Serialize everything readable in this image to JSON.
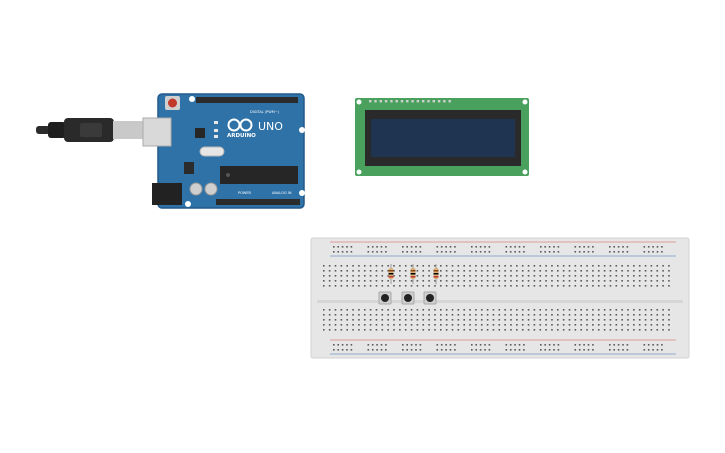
{
  "workspace": {
    "components": [
      {
        "kind": "usb-cable"
      },
      {
        "kind": "arduino-uno"
      },
      {
        "kind": "lcd-16x2"
      },
      {
        "kind": "breadboard"
      }
    ]
  },
  "arduino": {
    "logo_text": "ARDUINO",
    "model": "UNO",
    "digital_label": "DIGITAL (PWM~)",
    "power_label": "POWER",
    "analog_label": "ANALOG IN",
    "colors": {
      "board": "#2f72a8",
      "edge": "#22598a",
      "header": "#2b2b2b",
      "chip": "#262626"
    }
  },
  "lcd": {
    "colors": {
      "pcb": "#4aa15e",
      "bezel": "#2a2a2a",
      "screen": "#1f3450",
      "pins": "#d0d0d0"
    }
  },
  "breadboard": {
    "colors": {
      "body": "#e6e6e6",
      "hole": "#5a5a5a",
      "rail_red": "#d9534f",
      "rail_blue": "#3b6fb6"
    },
    "resistors": [
      {
        "name": "resistor-1"
      },
      {
        "name": "resistor-2"
      },
      {
        "name": "resistor-3"
      }
    ],
    "pushbuttons": [
      {
        "name": "pushbutton-1"
      },
      {
        "name": "pushbutton-2"
      },
      {
        "name": "pushbutton-3"
      }
    ]
  }
}
